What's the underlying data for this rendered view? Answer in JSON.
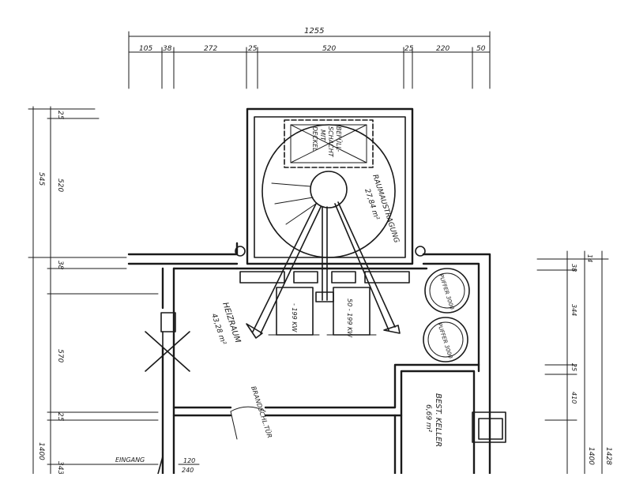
{
  "dimensions": {
    "top_total": "1255",
    "top_segments": [
      "105",
      "38",
      "272",
      "25",
      "520",
      "25",
      "220",
      "50"
    ],
    "left_segments": [
      "25",
      "520",
      "545",
      "38",
      "570",
      "25",
      "1400",
      "343"
    ],
    "right_segments": [
      "14",
      "38",
      "344",
      "25",
      "410",
      "1400",
      "1428"
    ],
    "bottom_segments": [
      "120",
      "240"
    ]
  },
  "rooms": {
    "raumaustragung_label": "RAUMAUSTRAGUNG",
    "raumaustragung_area": "27,84 m²",
    "heizraum_label": "HEIZRAUM",
    "heizraum_area": "43,28 m²",
    "keller_label": "BEST. KELLER",
    "keller_area": "6,69 m²"
  },
  "equipment": {
    "shaft_label_1": "BEFÜLL-",
    "shaft_label_2": "SCHACHT",
    "shaft_label_3": "MIT",
    "shaft_label_4": "DECKEL",
    "boiler_left": "- 199 KW",
    "boiler_right": "50 - 199 KW",
    "puffer_top": "PUFFER 3000 l",
    "puffer_bottom": "PUFFER 3000 l"
  },
  "annotations": {
    "door_label": "BRANDSCHL.TÜR",
    "entrance_label": "EINGANG"
  }
}
